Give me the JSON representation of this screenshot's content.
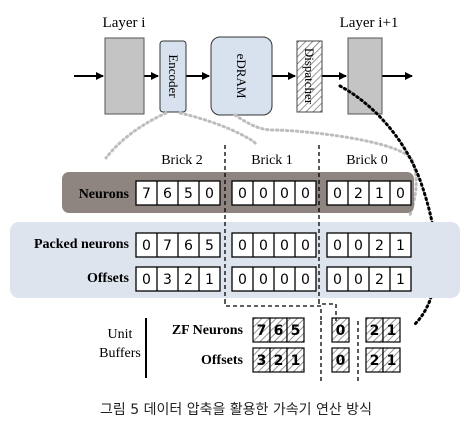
{
  "pipeline": {
    "layer_i_label": "Layer i",
    "layer_i1_label": "Layer i+1",
    "encoder_label": "Encoder",
    "edram_label": "eDRAM",
    "dispatcher_label": "Dispatcher"
  },
  "bricks": {
    "labels": [
      "Brick 2",
      "Brick 1",
      "Brick 0"
    ]
  },
  "neurons": {
    "label": "Neurons",
    "groups": [
      [
        "7",
        "6",
        "5",
        "0"
      ],
      [
        "0",
        "0",
        "0",
        "0"
      ],
      [
        "0",
        "2",
        "1",
        "0"
      ]
    ]
  },
  "packed": {
    "label": "Packed neurons",
    "groups": [
      [
        "0",
        "7",
        "6",
        "5"
      ],
      [
        "0",
        "0",
        "0",
        "0"
      ],
      [
        "0",
        "0",
        "2",
        "1"
      ]
    ]
  },
  "offsets": {
    "label": "Offsets",
    "groups": [
      [
        "0",
        "3",
        "2",
        "1"
      ],
      [
        "0",
        "0",
        "0",
        "0"
      ],
      [
        "0",
        "0",
        "2",
        "1"
      ]
    ]
  },
  "unit_buffers": {
    "label_line1": "Unit",
    "label_line2": "Buffers",
    "zf_label": "ZF Neurons",
    "offsets_label": "Offsets",
    "zf_groups": [
      [
        "7",
        "6",
        "5"
      ],
      [
        "0"
      ],
      [
        "2",
        "1"
      ]
    ],
    "off_groups": [
      [
        "3",
        "2",
        "1"
      ],
      [
        "0"
      ],
      [
        "2",
        "1"
      ]
    ]
  },
  "caption": "그림 5 데이터 압축을 활용한 가속기 연산 방식",
  "colors": {
    "neurons_band": "#8e8580",
    "packed_band": "#dde4ee",
    "pipeline_box": "#c4c4c4",
    "encoder_box": "#d8e2ef"
  }
}
